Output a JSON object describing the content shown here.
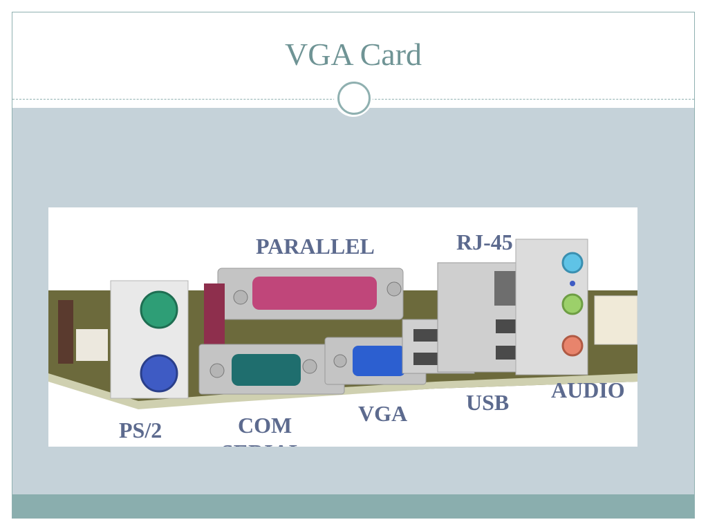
{
  "slide": {
    "title": "VGA Card"
  },
  "labels": {
    "parallel": "PARALLEL",
    "rj45": "RJ-45",
    "ps2": "PS/2",
    "com_line1": "COM",
    "com_line2": "SERIAL",
    "vga": "VGA",
    "usb": "USB",
    "audio": "AUDIO"
  },
  "colors": {
    "title": "#6f9495",
    "slide_background": "#c5d2d9",
    "accent_bar": "#8aaeae",
    "label_text": "#5c6a8e",
    "ps2_keyboard": "#2e9e76",
    "ps2_mouse": "#3e5bc4",
    "parallel_port": "#c0467a",
    "serial_port": "#1f6e6e",
    "vga_port": "#2c5fd0",
    "audio_line_in": "#5fc3e6",
    "audio_line_out": "#9cd06a",
    "audio_mic": "#e8846c"
  }
}
